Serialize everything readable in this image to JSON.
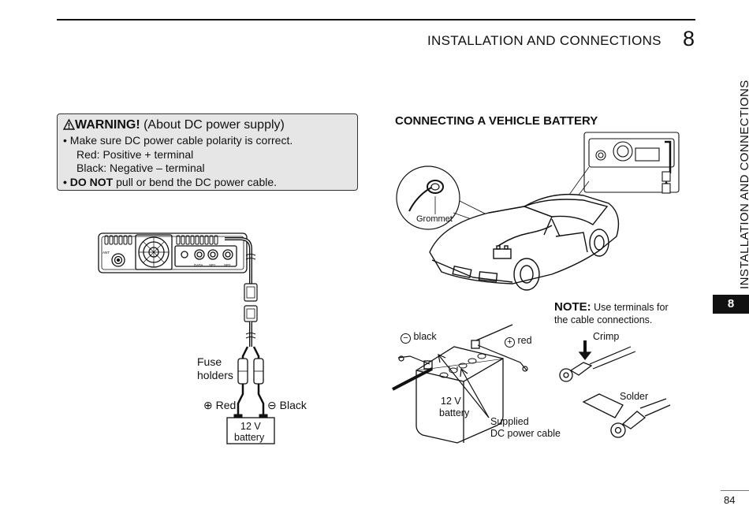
{
  "header": {
    "title": "INSTALLATION AND CONNECTIONS",
    "chapter_num": "8"
  },
  "side_tab": {
    "text": "INSTALLATION AND CONNECTIONS",
    "num": "8"
  },
  "warning": {
    "icon": "warning-triangle-icon",
    "title_bold": "WARNING!",
    "title_rest": " (About DC power supply)",
    "line1": "• Make sure DC power cable polarity is correct.",
    "line2": "Red: Positive + terminal",
    "line3": "Black: Negative – terminal",
    "line4_bold": "• DO NOT",
    "line4_rest": " pull or bend the DC power cable."
  },
  "left_diagram": {
    "radio_labels": {
      "ant": "ANT",
      "data": "DATA",
      "sp1": "SP1",
      "sp2": "SP2"
    },
    "fuse": "Fuse",
    "holders": "holders",
    "red_sym": "⊕",
    "red": "Red",
    "black_sym": "⊖",
    "black": "Black",
    "battery1": "12 V",
    "battery2": "battery"
  },
  "right": {
    "section_title": "CONNECTING A VEHICLE BATTERY",
    "grommet": "Grommet",
    "note_bold": "NOTE:",
    "note_rest": " Use terminals for",
    "note_line2": "the cable connections.",
    "crimp": "Crimp",
    "solder": "Solder",
    "black": "black",
    "red": "red",
    "battery1": "12 V",
    "battery2": "battery",
    "supplied1": "Supplied",
    "supplied2": "DC power cable"
  },
  "page_number": "84"
}
